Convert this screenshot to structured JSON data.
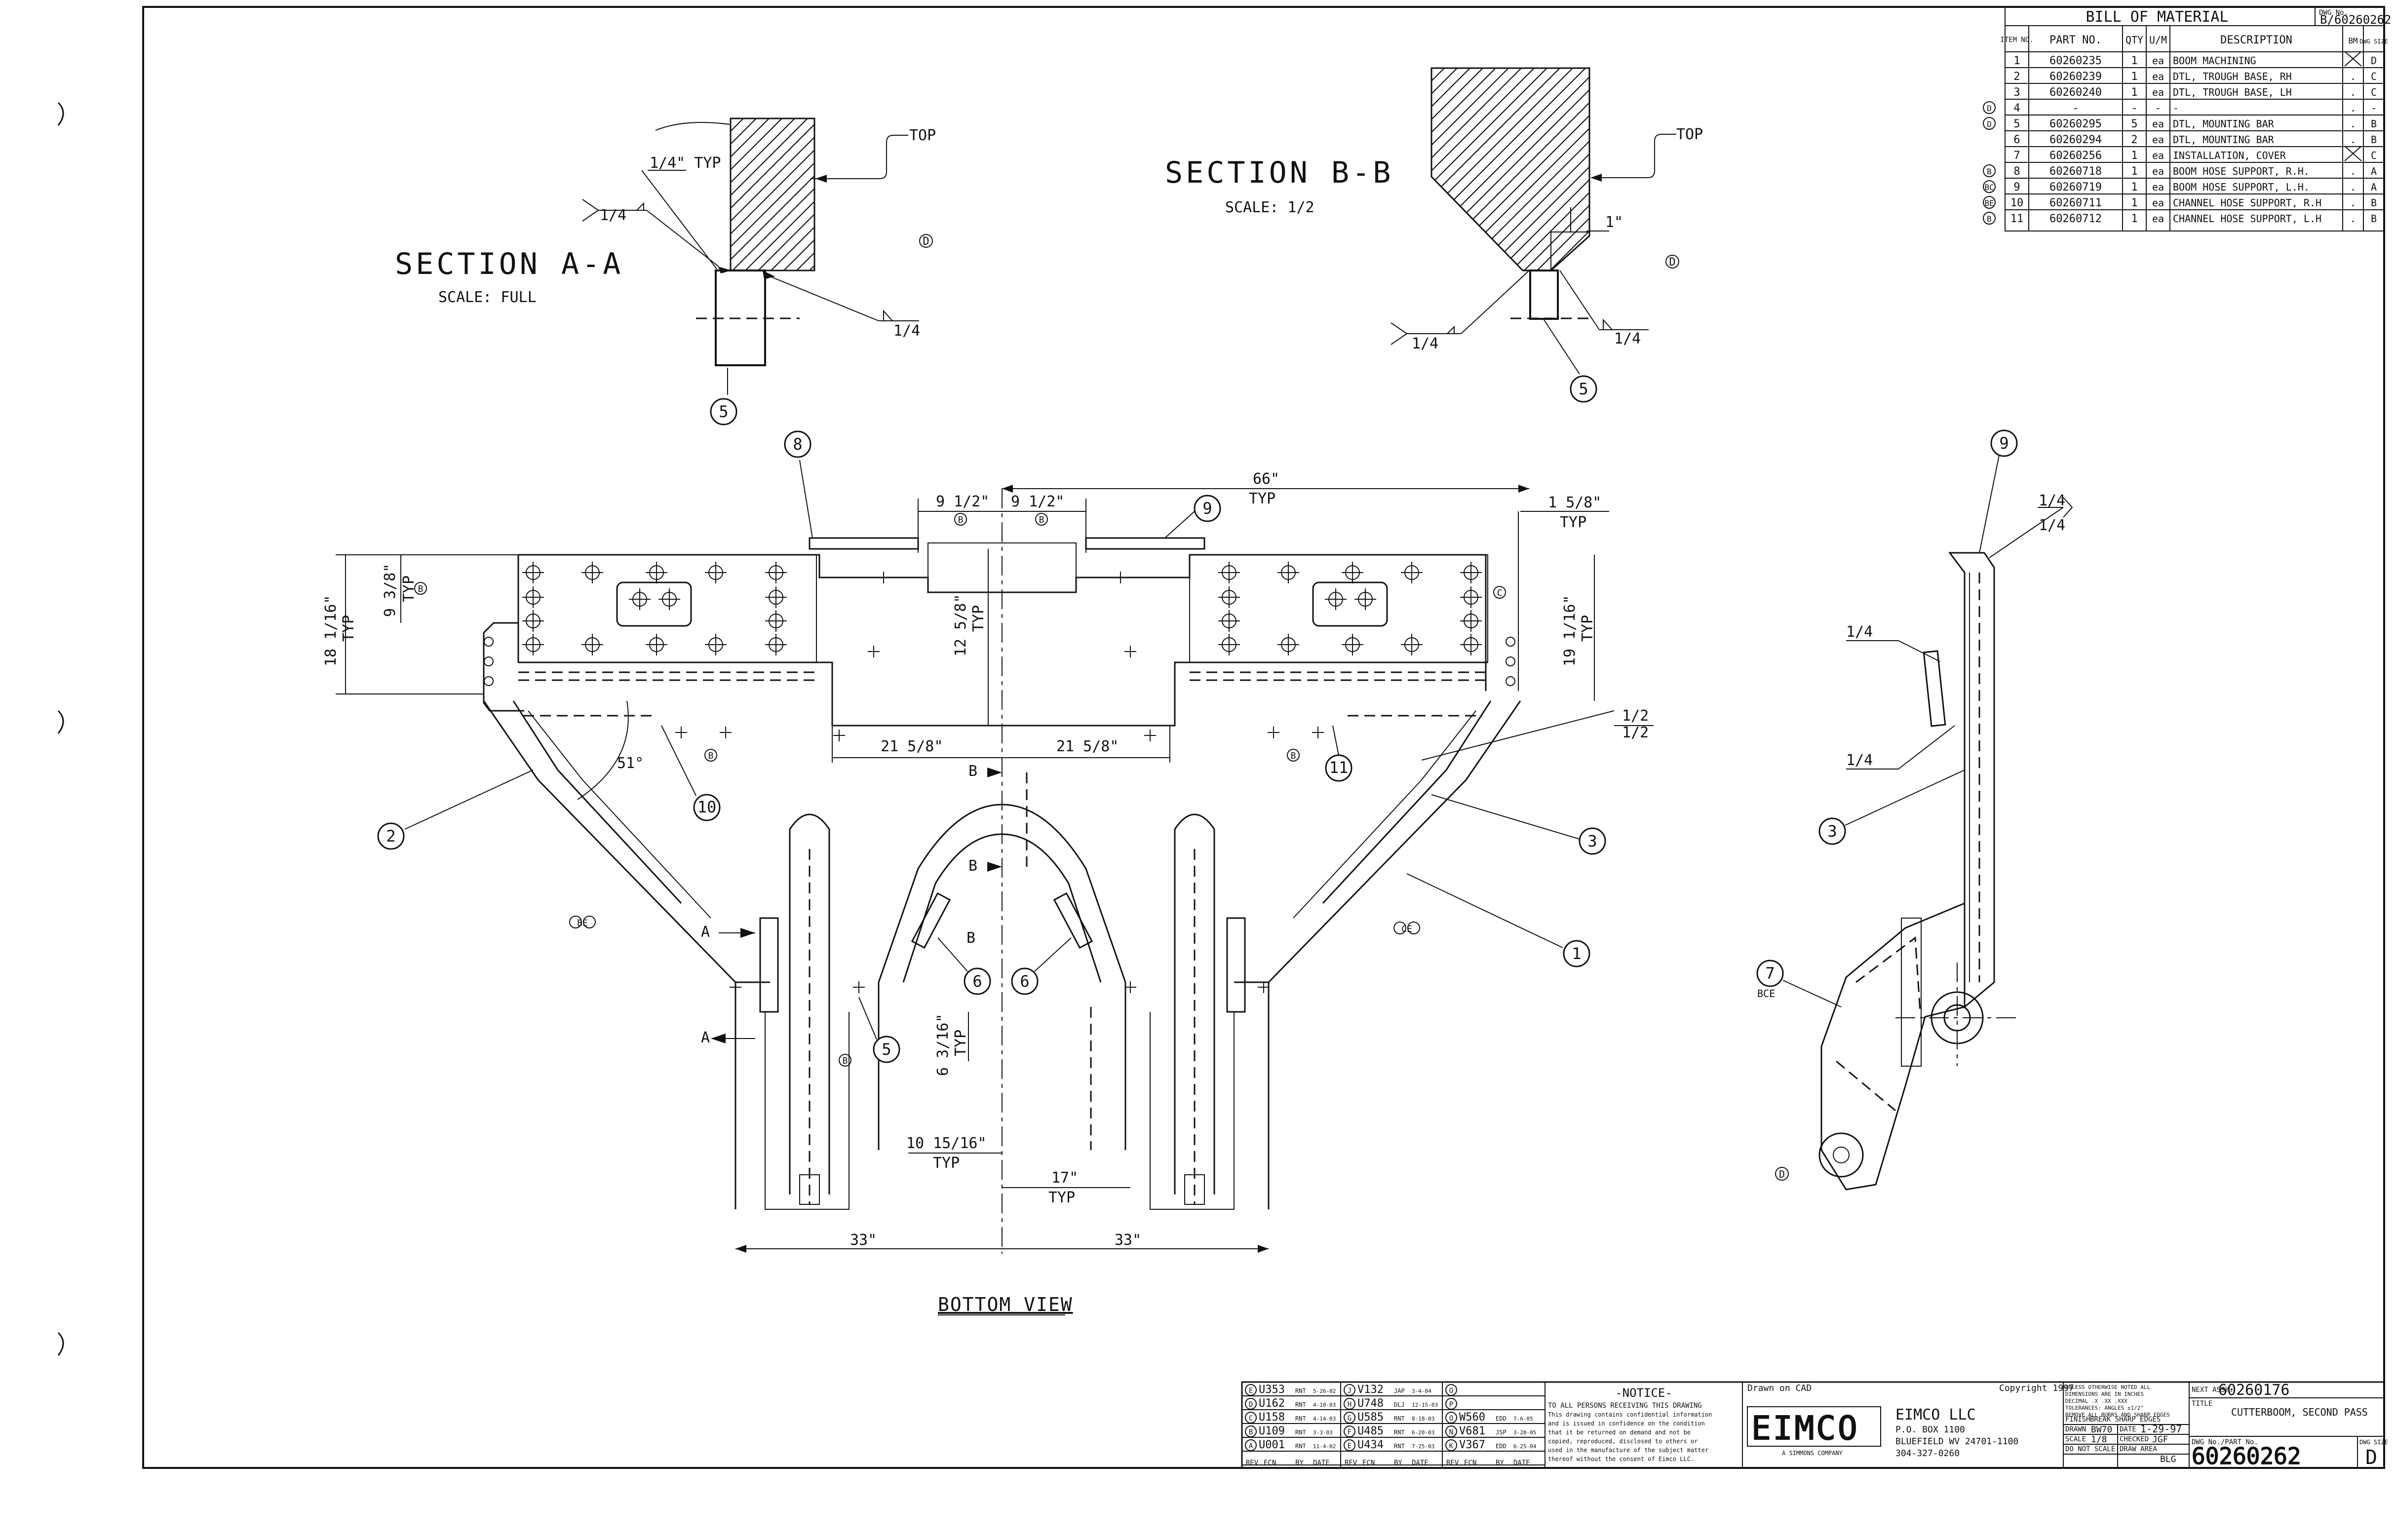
{
  "bom": {
    "title": "BILL OF MATERIAL",
    "dwg_label": "DWG No.",
    "dwg_no": "B/60260262",
    "headers": [
      "ITEM NO.",
      "PART NO.",
      "QTY",
      "U/M",
      "DESCRIPTION",
      "BM",
      "DWG SIZE"
    ],
    "rows": [
      {
        "rev": "",
        "item": "1",
        "part": "60260235",
        "qty": "1",
        "um": "ea",
        "desc": "BOOM MACHINING",
        "bm": "X",
        "size": "D"
      },
      {
        "rev": "",
        "item": "2",
        "part": "60260239",
        "qty": "1",
        "um": "ea",
        "desc": "DTL, TROUGH BASE, RH",
        "bm": ".",
        "size": "C"
      },
      {
        "rev": "",
        "item": "3",
        "part": "60260240",
        "qty": "1",
        "um": "ea",
        "desc": "DTL, TROUGH BASE, LH",
        "bm": ".",
        "size": "C"
      },
      {
        "rev": "D",
        "item": "4",
        "part": "-",
        "qty": "-",
        "um": "-",
        "desc": "-",
        "bm": ".",
        "size": "-"
      },
      {
        "rev": "D",
        "item": "5",
        "part": "60260295",
        "qty": "5",
        "um": "ea",
        "desc": "DTL, MOUNTING BAR",
        "bm": ".",
        "size": "B"
      },
      {
        "rev": "",
        "item": "6",
        "part": "60260294",
        "qty": "2",
        "um": "ea",
        "desc": "DTL, MOUNTING BAR",
        "bm": ".",
        "size": "B"
      },
      {
        "rev": "",
        "item": "7",
        "part": "60260256",
        "qty": "1",
        "um": "ea",
        "desc": "INSTALLATION, COVER",
        "bm": "X",
        "size": "C"
      },
      {
        "rev": "B",
        "item": "8",
        "part": "60260718",
        "qty": "1",
        "um": "ea",
        "desc": "BOOM HOSE SUPPORT, R.H.",
        "bm": ".",
        "size": "A"
      },
      {
        "rev": "BC",
        "item": "9",
        "part": "60260719",
        "qty": "1",
        "um": "ea",
        "desc": "BOOM HOSE SUPPORT, L.H.",
        "bm": ".",
        "size": "A"
      },
      {
        "rev": "BE",
        "item": "10",
        "part": "60260711",
        "qty": "1",
        "um": "ea",
        "desc": "CHANNEL HOSE SUPPORT, R.H",
        "bm": ".",
        "size": "B"
      },
      {
        "rev": "B",
        "item": "11",
        "part": "60260712",
        "qty": "1",
        "um": "ea",
        "desc": "CHANNEL HOSE SUPPORT, L.H",
        "bm": ".",
        "size": "B"
      }
    ]
  },
  "section_aa": {
    "title": "SECTION A-A",
    "scale": "SCALE: FULL",
    "weld_typ": "1/4\" TYP",
    "weld_left": "1/4",
    "weld_right": "1/4",
    "top": "TOP",
    "rev_mark": "D",
    "item": "5"
  },
  "section_bb": {
    "title": "SECTION B-B",
    "scale": "SCALE: 1/2",
    "dim": "1\"",
    "weld_left": "1/4",
    "weld_right": "1/4",
    "top": "TOP",
    "rev_mark": "D",
    "item": "5"
  },
  "bottom_view": {
    "title": "BOTTOM VIEW",
    "dims": {
      "d66": "66\"",
      "d66_typ": "TYP",
      "d9half_l": "9 1/2\"",
      "d9half_r": "9 1/2\"",
      "d1_5_8": "1 5/8\"",
      "d1_5_8_typ": "TYP",
      "d18": "18 1/16\"",
      "d18_typ": "TYP",
      "d9_3_8": "9 3/8\"",
      "d9_3_8_typ": "TYP",
      "d12": "12 5/8\"",
      "d12_typ": "TYP",
      "d19": "19 1/16\"",
      "d19_typ": "TYP",
      "d21_l": "21 5/8\"",
      "d21_r": "21 5/8\"",
      "angle": "51°",
      "weld_half_1": "1/2",
      "weld_half_2": "1/2",
      "d6": "6 3/16\"",
      "d6_typ": "TYP",
      "d10": "10 15/16\"",
      "d10_typ": "TYP",
      "d17": "17\"",
      "d17_typ": "TYP",
      "d33_l": "33\"",
      "d33_r": "33\""
    },
    "section_marks": {
      "a_top": "A",
      "a_bot": "A",
      "b_top": "B",
      "b_mid": "B",
      "b_side": "B"
    },
    "rev_marks": {
      "r1": "B",
      "r2": "B",
      "r3": "B",
      "r4": "C",
      "r5": "B",
      "r6": "B",
      "r7": "B",
      "r8": "BE",
      "r9": "CE"
    },
    "items": {
      "i8": "8",
      "i9": "9",
      "i2": "2",
      "i10": "10",
      "i11": "11",
      "i3": "3",
      "i1": "1",
      "i5": "5",
      "i6a": "6",
      "i6b": "6"
    }
  },
  "side_view": {
    "weld_top_1": "1/4",
    "weld_top_2": "1/4",
    "weld_mid": "1/4",
    "weld_low": "1/4",
    "rev_item7": "BCE",
    "rev_d": "D",
    "items": {
      "i9": "9",
      "i3": "3",
      "i7": "7"
    }
  },
  "revisions": {
    "col1": [
      {
        "rev": "E",
        "ecn": "U353",
        "by": "RNT",
        "date": "5-26-02"
      },
      {
        "rev": "D",
        "ecn": "U162",
        "by": "RNT",
        "date": "4-10-03"
      },
      {
        "rev": "C",
        "ecn": "U158",
        "by": "RNT",
        "date": "4-14-03"
      },
      {
        "rev": "B",
        "ecn": "U109",
        "by": "RNT",
        "date": "3-3-03"
      },
      {
        "rev": "A",
        "ecn": "U001",
        "by": "RNT",
        "date": "11-4-02"
      }
    ],
    "col2": [
      {
        "rev": "J",
        "ecn": "V132",
        "by": "JAP",
        "date": "3-4-04"
      },
      {
        "rev": "H",
        "ecn": "U748",
        "by": "DLJ",
        "date": "12-15-03"
      },
      {
        "rev": "G",
        "ecn": "U585",
        "by": "RNT",
        "date": "8-18-03"
      },
      {
        "rev": "F",
        "ecn": "U485",
        "by": "RNT",
        "date": "6-20-03"
      },
      {
        "rev": "E",
        "ecn": "U434",
        "by": "RNT",
        "date": "7-25-03"
      }
    ],
    "col3": [
      {
        "rev": "O",
        "ecn": "",
        "by": "",
        "date": ""
      },
      {
        "rev": "P",
        "ecn": "",
        "by": "",
        "date": ""
      },
      {
        "rev": "O",
        "ecn": "W560",
        "by": "EDD",
        "date": "7-6-05"
      },
      {
        "rev": "N",
        "ecn": "V681",
        "by": "JSP",
        "date": "3-20-05"
      },
      {
        "rev": "K",
        "ecn": "V367",
        "by": "EDD",
        "date": "6-25-04"
      }
    ],
    "headers": [
      "REV",
      "ECN",
      "BY",
      "DATE"
    ]
  },
  "notice": {
    "title": "-NOTICE-",
    "lines": [
      "TO ALL PERSONS RECEIVING THIS DRAWING",
      "This drawing contains confidential information",
      "and is issued in confidence on the condition",
      "that it be returned on demand and not be",
      "copied, reproduced, disclosed to others or",
      "used in the manufacture of the subject matter",
      "thereof without the consent of Eimco LLC."
    ]
  },
  "company": {
    "drawn_on": "Drawn on CAD",
    "copyright": "Copyright 1997",
    "logo": "EIMCO",
    "logo_sub": "A SIMMONS COMPANY",
    "name": "EIMCO LLC",
    "address1": "P.O. BOX 1100",
    "address2": "BLUEFIELD WV 24701-1100",
    "phone": "304-327-0260"
  },
  "title_block": {
    "notes": [
      "UNLESS OTHERWISE NOTED ALL",
      "DIMENSIONS ARE IN INCHES",
      "DECIMAL  .X .XX .XXX",
      "TOLERANCES: ANGLES ±1/2°",
      "REMOVE ALL BURRS AND SHARP EDGES"
    ],
    "finish_label": "FINISH",
    "finish": "BREAK SHARP EDGES",
    "date_label": "DATE",
    "date": "1-29-97",
    "drawn_label": "DRAWN",
    "drawn": "BW70",
    "scale_label": "SCALE",
    "scale": "1/8",
    "checked_label": "CHECKED",
    "checked": "JGF",
    "dnscale_label": "DO NOT SCALE",
    "draw_area_label": "DRAW AREA",
    "draw_area": "BLG",
    "next_assy_label": "NEXT ASSY.",
    "next_assy": "60260176",
    "title_label": "TITLE",
    "title": "CUTTERBOOM, SECOND PASS",
    "dwg_part_label": "DWG No./PART No.",
    "dwg_part": "60260262",
    "size_label": "DWG SIZE",
    "size": "D"
  }
}
